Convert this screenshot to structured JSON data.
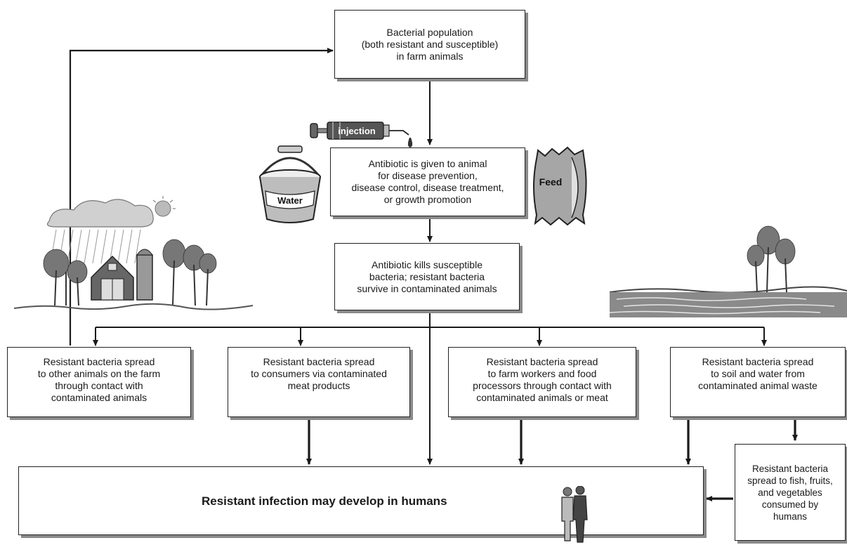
{
  "boxes": {
    "bacterial_population": "Bacterial population\n(both resistant and susceptible)\nin farm animals",
    "antibiotic_given": "Antibiotic is given to animal\nfor disease prevention,\ndisease control, disease treatment,\nor growth promotion",
    "antibiotic_kills": "Antibiotic kills susceptible\nbacteria; resistant bacteria\nsurvive in contaminated animals",
    "spread_animals": "Resistant bacteria spread\nto other animals on the farm\nthrough contact with\ncontaminated animals",
    "spread_consumers": "Resistant bacteria spread\nto consumers via contaminated\nmeat products",
    "spread_workers": "Resistant bacteria spread\nto farm workers and food\nprocessors through contact with\ncontaminated animals or meat",
    "spread_soil": "Resistant bacteria spread\nto soil and water from\ncontaminated animal waste",
    "spread_fish": "Resistant bacteria\nspread to fish, fruits,\nand vegetables\nconsumed by\nhumans",
    "human_infection": "Resistant infection may develop in humans"
  },
  "illustrations": {
    "syringe_label": "injection",
    "bucket_label": "Water",
    "feed_label": "Feed"
  },
  "colors": {
    "line": "#1a1a1a",
    "shadow": "#8a8a8a",
    "illustration_gray": "#7a7a7a"
  }
}
